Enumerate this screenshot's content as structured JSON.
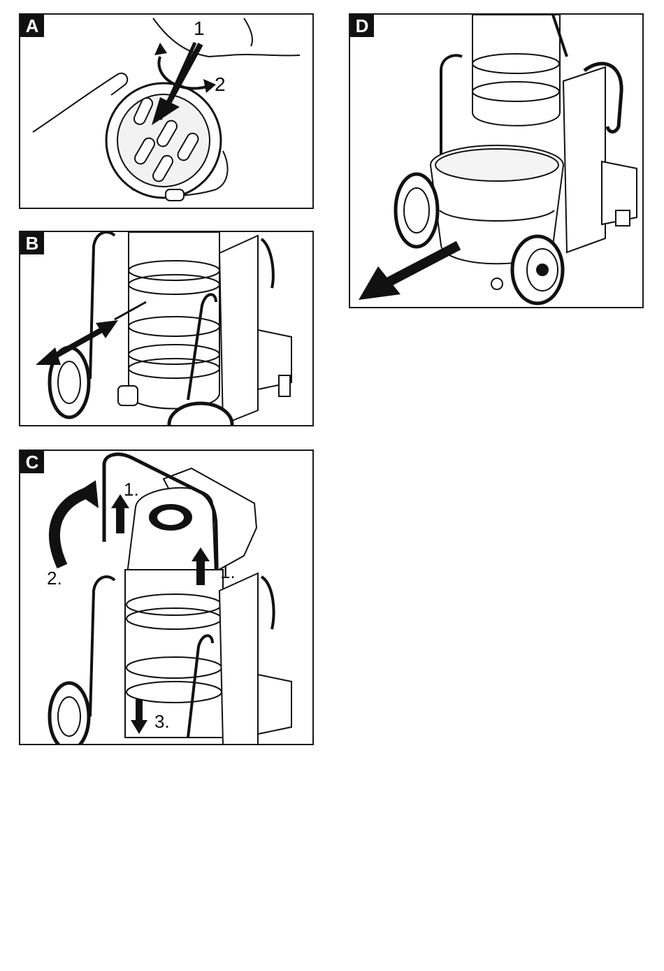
{
  "panels": {
    "a": {
      "label": "A",
      "step1": "1",
      "step2": "2"
    },
    "b": {
      "label": "B"
    },
    "c": {
      "label": "C",
      "step1a": "1.",
      "step1b": "1.",
      "step2": "2.",
      "step3": "3."
    },
    "d": {
      "label": "D"
    }
  },
  "colors": {
    "ink": "#111111",
    "frame": "#1a1a1a",
    "paper": "#ffffff",
    "shade": "#d9d9d9"
  },
  "icons": [
    "plug-icon",
    "arrow-icon",
    "rotate-arrow-icon",
    "vacuum-cart-icon",
    "wheel-icon"
  ]
}
